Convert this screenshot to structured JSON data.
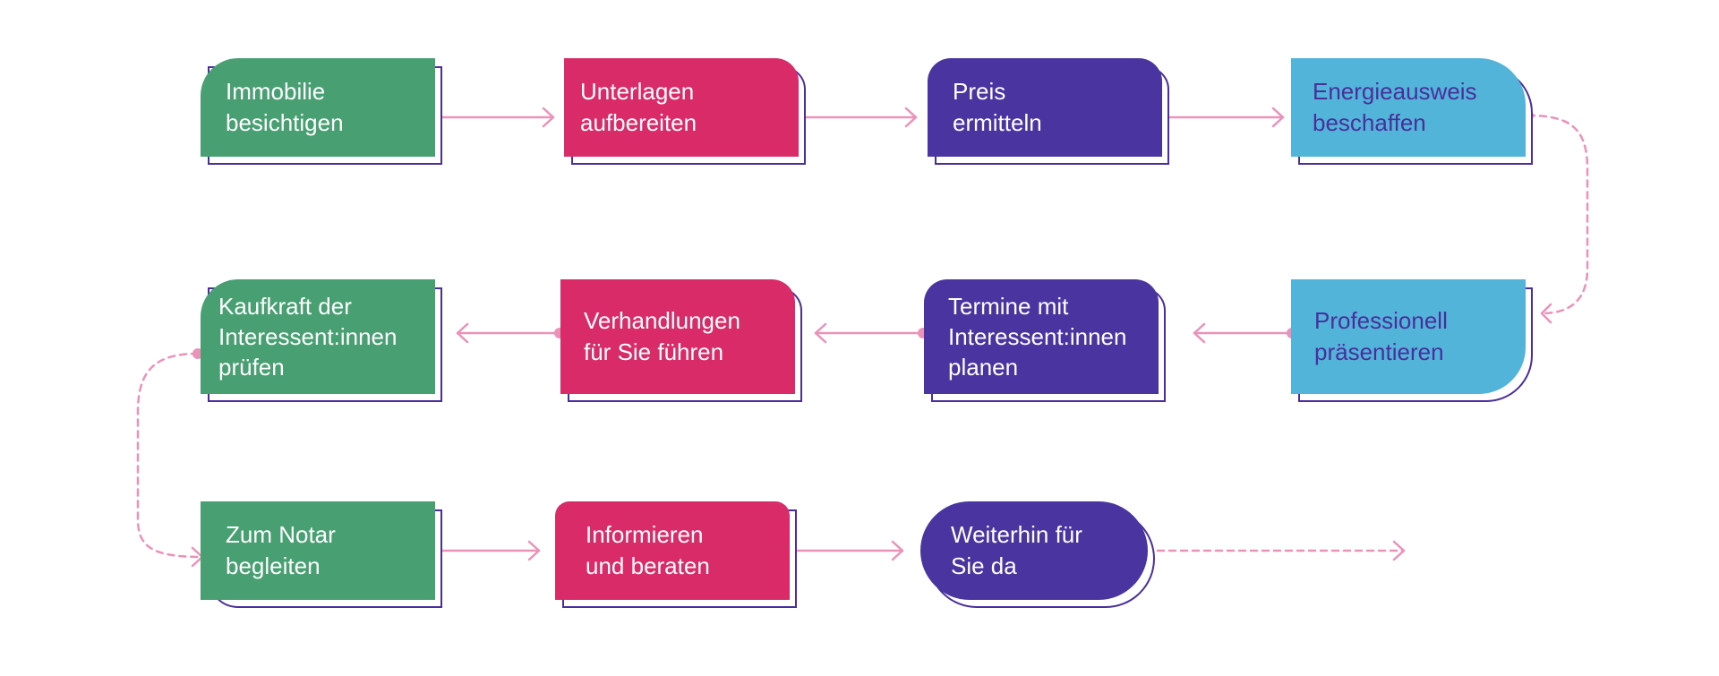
{
  "colors": {
    "green": "#48a072",
    "pink": "#d82b68",
    "purple": "#4a34a0",
    "light_blue": "#52b4d9",
    "outline": "#4a2f9c",
    "connector": "#eb92b9"
  },
  "steps": [
    {
      "label": "Immobilie\nbesichtigen",
      "color": "green"
    },
    {
      "label": "Unterlagen\naufbereiten",
      "color": "pink"
    },
    {
      "label": "Preis\nermitteln",
      "color": "purple"
    },
    {
      "label": "Energieausweis\nbeschaffen",
      "color": "light_blue"
    },
    {
      "label": "Professionell\npräsentieren",
      "color": "light_blue"
    },
    {
      "label": "Termine mit\nInteressent:innen\nplanen",
      "color": "purple"
    },
    {
      "label": "Verhandlungen\nfür Sie führen",
      "color": "pink"
    },
    {
      "label": "Kaufkraft der\nInteressent:innen\nprüfen",
      "color": "green"
    },
    {
      "label": "Zum Notar\nbegleiten",
      "color": "green"
    },
    {
      "label": "Informieren\nund beraten",
      "color": "pink"
    },
    {
      "label": "Weiterhin für\nSie da",
      "color": "purple"
    }
  ]
}
